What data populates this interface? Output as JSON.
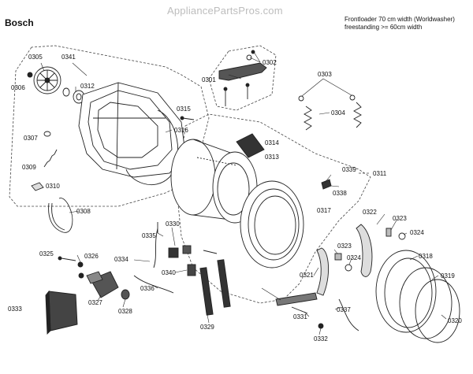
{
  "header": {
    "brand": "Bosch",
    "site": "AppliancePartsPros.com",
    "note_line1": "Frontloader 70 cm width (Worldwasher)",
    "note_line2": "freestanding >= 60cm width"
  },
  "labels": {
    "p0301": "0301",
    "p0302": "0302",
    "p0303": "0303",
    "p0304": "0304",
    "p0305": "0305",
    "p0306": "0306",
    "p0307": "0307",
    "p0308": "0308",
    "p0309": "0309",
    "p0310": "0310",
    "p0311": "0311",
    "p0312": "0312",
    "p0313": "0313",
    "p0314": "0314",
    "p0315": "0315",
    "p0316": "0316",
    "p0317": "0317",
    "p0318": "0318",
    "p0319": "0319",
    "p0320": "0320",
    "p0321": "0321",
    "p0322": "0322",
    "p0323a": "0323",
    "p0323b": "0323",
    "p0324a": "0324",
    "p0324b": "0324",
    "p0325": "0325",
    "p0326": "0326",
    "p0327": "0327",
    "p0328": "0328",
    "p0329": "0329",
    "p0330": "0330",
    "p0331": "0331",
    "p0332": "0332",
    "p0333": "0333",
    "p0334": "0334",
    "p0335": "0335",
    "p0336": "0336",
    "p0337": "0337",
    "p0338": "0338",
    "p0339": "0339",
    "p0340": "0340",
    "p0341": "0341"
  },
  "colors": {
    "line": "#222222",
    "dash": "#444444",
    "watermark": "#bdbdbd"
  }
}
